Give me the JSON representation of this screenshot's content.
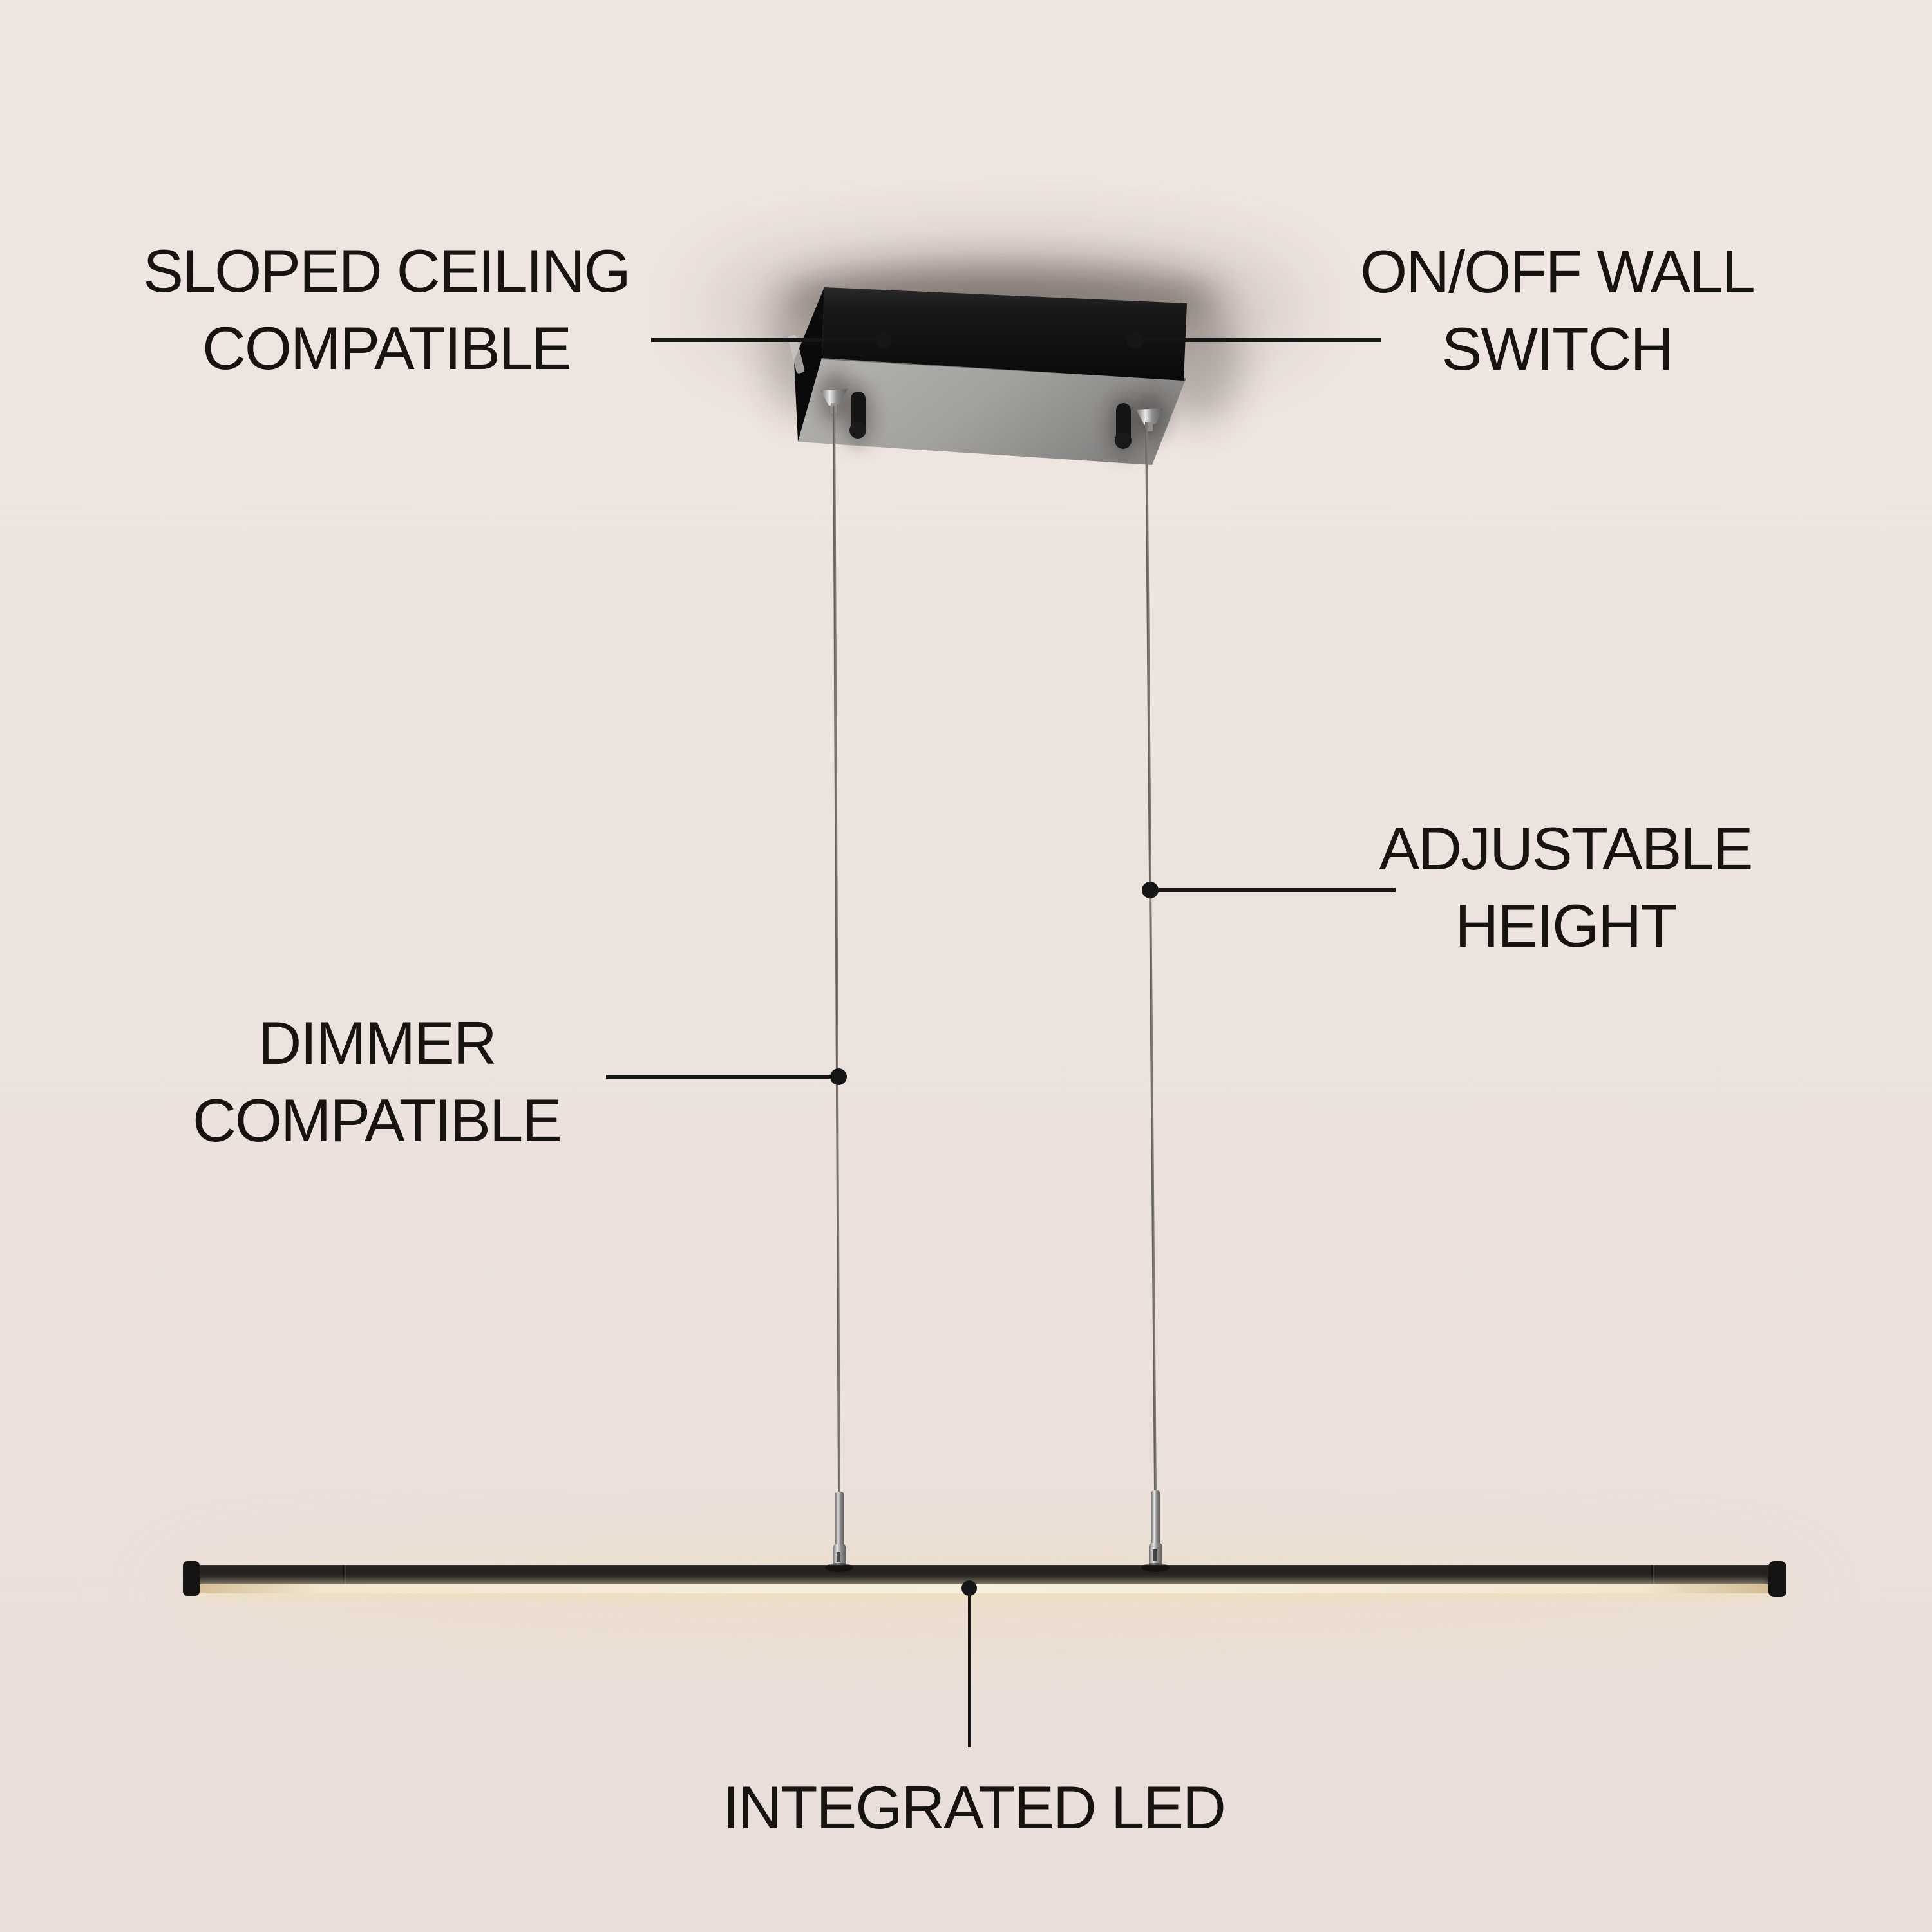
{
  "figure": {
    "title": "LED linear pendant light feature diagram",
    "callouts": {
      "sloped": {
        "line1": "SLOPED CEILING",
        "line2": "COMPATIBLE"
      },
      "onoff": {
        "line1": "ON/OFF WALL",
        "line2": "SWITCH"
      },
      "adjustable": {
        "line1": "ADJUSTABLE",
        "line2": "HEIGHT"
      },
      "dimmer": {
        "line1": "DIMMER",
        "line2": "COMPATIBLE"
      },
      "led": {
        "line1": "INTEGRATED LED"
      }
    },
    "colors": {
      "background": "#ece2de",
      "label_text": "#171310",
      "leader_line": "#161616",
      "canopy_top": "#131313",
      "canopy_underside": "#a8a6a3",
      "cable": "#7c7872",
      "bar_body": "#1c1a18",
      "led_strip": "#f5ebd7",
      "led_glow": "#eeddb4",
      "hardware_chrome": "#c6c6c6"
    }
  }
}
